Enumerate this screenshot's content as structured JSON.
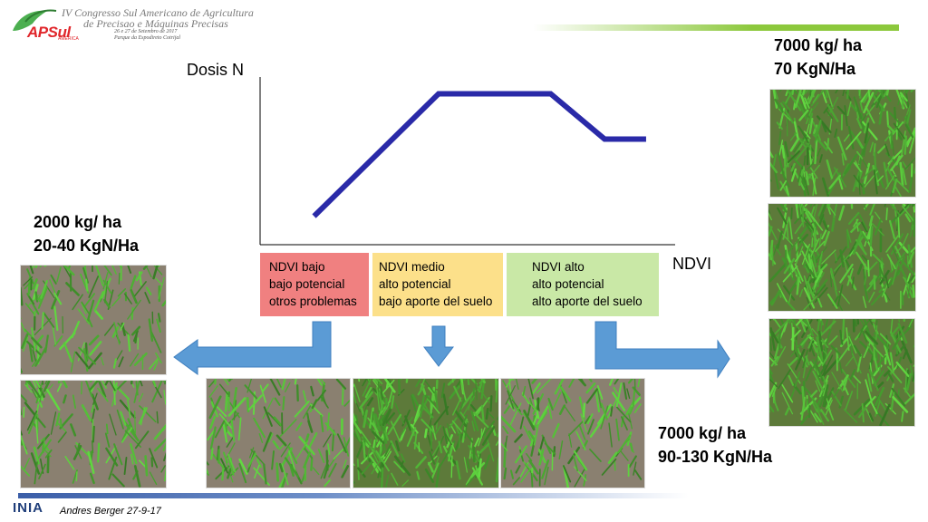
{
  "header": {
    "congress_line1": "IV Congresso Sul Americano de Agricultura",
    "congress_line2": "de Precisao e Máquinas Precisas",
    "congress_date": "26 e 27 de Setembro de 2017",
    "congress_place": "Parque da Espodireto Cotrijal",
    "logo_text": "APSul",
    "logo_sub": "AMÉRICA"
  },
  "chart_data": {
    "type": "line",
    "xlabel": "NDVI",
    "ylabel": "Dosis N",
    "series": [
      {
        "x": [
          0.13,
          0.43,
          0.7,
          0.83,
          0.93
        ],
        "y": [
          0.17,
          0.9,
          0.9,
          0.63,
          0.63
        ]
      }
    ],
    "xlim": [
      0,
      1
    ],
    "ylim": [
      0,
      1
    ]
  },
  "categories": [
    {
      "lines": [
        "NDVI bajo",
        "bajo potencial",
        "otros problemas"
      ],
      "color": "#f08080"
    },
    {
      "lines": [
        "NDVI medio",
        "alto potencial",
        "bajo aporte del suelo"
      ],
      "color": "#fce08a"
    },
    {
      "lines": [
        "NDVI alto",
        "alto potencial",
        "alto aporte del suelo"
      ],
      "color": "#c9e8a6"
    }
  ],
  "yields": {
    "low": {
      "line1": "2000 kg/ ha",
      "line2": "20-40 KgN/Ha"
    },
    "high_right": {
      "line1": "7000 kg/ ha",
      "line2": "70 KgN/Ha"
    },
    "high_bottom": {
      "line1": "7000 kg/ ha",
      "line2": "90-130 KgN/Ha"
    }
  },
  "colors": {
    "line": "#2a2aa8",
    "arrow": "#5b9bd5",
    "arrow_stroke": "#3f7fbf"
  },
  "footer": {
    "author": "Andres Berger 27-9-17",
    "org_logo": "INIA"
  }
}
